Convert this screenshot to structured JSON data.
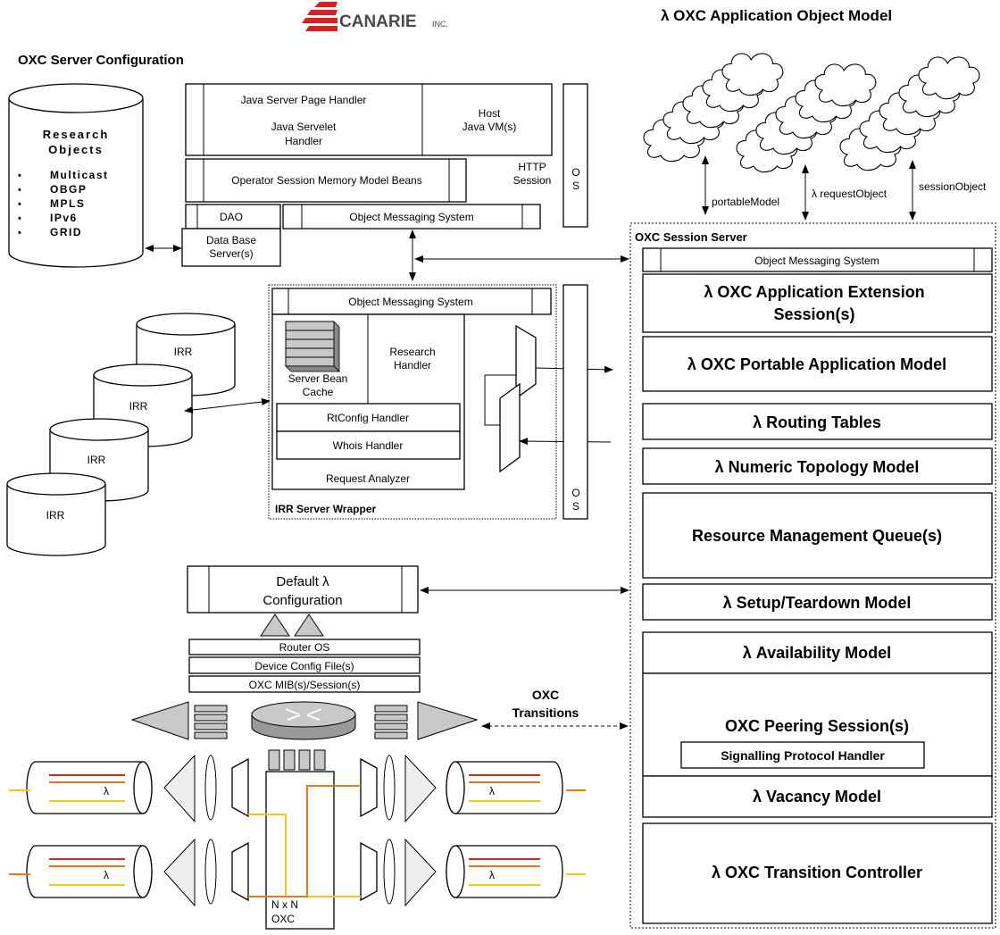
{
  "logo": {
    "brand": "CANARIE",
    "suffix": "INC."
  },
  "titles": {
    "server_config": "OXC Server Configuration",
    "object_model": "λ OXC Application Object Model"
  },
  "research_db": {
    "title_line1": "Research",
    "title_line2": "Objects",
    "items": [
      "Multicast",
      "OBGP",
      "MPLS",
      "IPv6",
      "GRID"
    ]
  },
  "app_server": {
    "jsp_handler": "Java Server Page Handler",
    "servlet_line1": "Java Servelet",
    "servlet_line2": "Handler",
    "host_line1": "Host",
    "host_line2": "Java VM(s)",
    "session_beans": "Operator Session Memory Model Beans",
    "http_line1": "HTTP",
    "http_line2": "Session",
    "dao": "DAO",
    "oms": "Object Messaging System",
    "dbserver_line1": "Data Base",
    "dbserver_line2": "Server(s)",
    "os": "O S"
  },
  "cloud_links": [
    "portableModel",
    "λ requestObject",
    "sessionObject"
  ],
  "irr": {
    "cylinders": [
      "IRR",
      "IRR",
      "IRR",
      "IRR"
    ],
    "oms": "Object Messaging System",
    "bean_line1": "Server Bean",
    "bean_line2": "Cache",
    "research_line1": "Research",
    "research_line2": "Handler",
    "rtconfig": "RtConfig Handler",
    "whois": "Whois Handler",
    "request_analyzer": "Request Analyzer",
    "wrapper": "IRR Server Wrapper",
    "os": "O S"
  },
  "oxc_stack": {
    "default_line1": "Default λ",
    "default_line2": "Configuration",
    "router_os": "Router OS",
    "device_config": "Device Config File(s)",
    "mib": "OXC MIB(s)/Session(s)",
    "transitions_line1": "OXC",
    "transitions_line2": "Transitions",
    "fiber_lambda": "λ",
    "nxn_line1": "N x N",
    "nxn_line2": "OXC"
  },
  "session_server": {
    "title": "OXC Session Server",
    "oms": "Object Messaging System",
    "modules": [
      "λ OXC Application Extension Session(s)",
      "λ OXC Portable Application Model",
      "λ Routing Tables",
      "λ Numeric Topology Model",
      "Resource Management Queue(s)",
      "λ Setup/Teardown Model",
      "λ Availability Model",
      "OXC Peering Session(s)",
      "λ Vacancy Model",
      "λ OXC Transition Controller"
    ],
    "ext_line1": "λ OXC Application Extension",
    "ext_line2": "Session(s)",
    "signalling": "Signalling Protocol Handler"
  },
  "colors": {
    "logo_red": "#d42121",
    "fiber_red": "#e02020",
    "fiber_orange": "#e8781e",
    "fiber_yellow": "#f5c518"
  }
}
